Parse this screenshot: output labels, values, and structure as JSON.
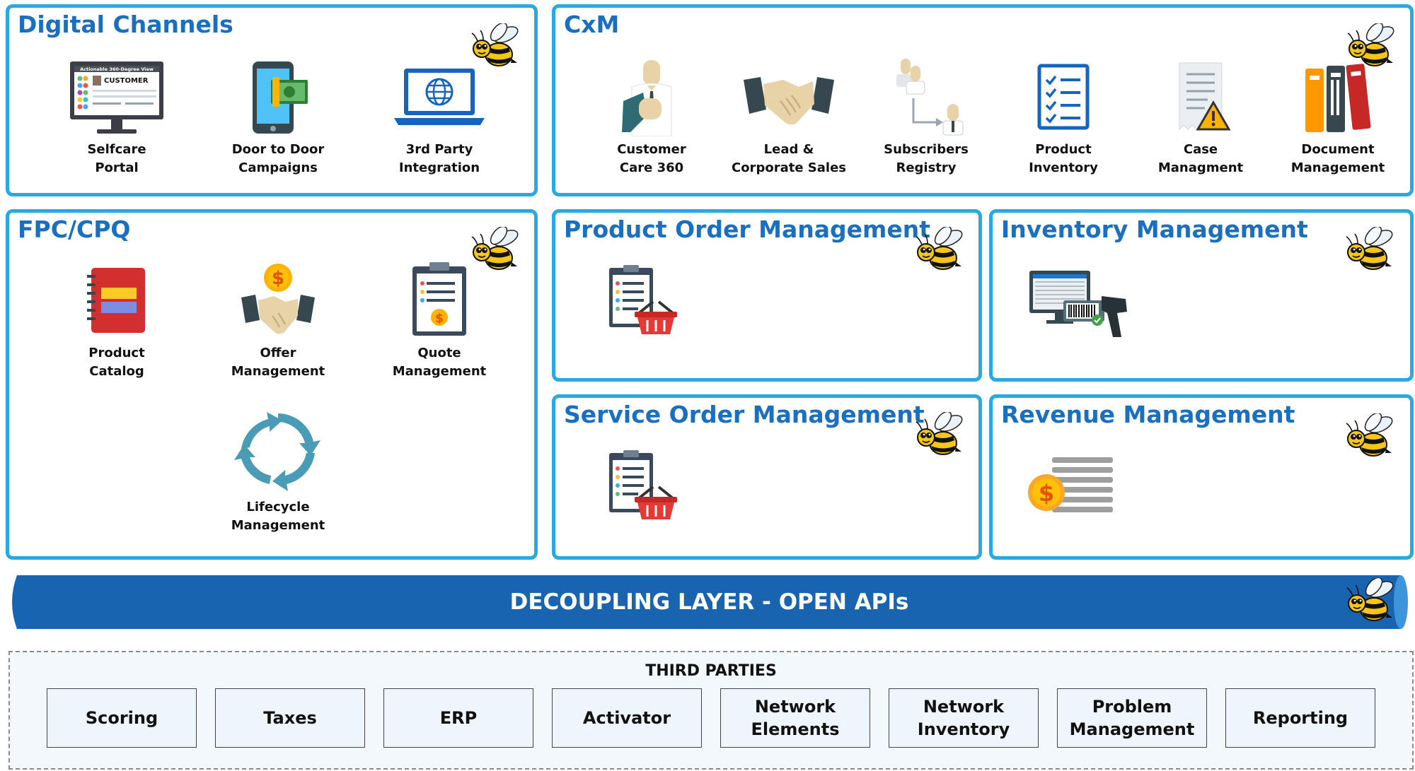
{
  "colors": {
    "border": "#29a9e1",
    "title": "#1b6fc0",
    "band": "#1864b0"
  },
  "digital_channels": {
    "title": "Digital Channels",
    "items": [
      {
        "icon": "monitor-icon",
        "screen_title": "Actionable 360-Degree View",
        "screen_label": "CUSTOMER",
        "line1": "Selfcare",
        "line2": "Portal"
      },
      {
        "icon": "phone-payment-icon",
        "line1": "Door to Door",
        "line2": "Campaigns"
      },
      {
        "icon": "laptop-globe-icon",
        "line1": "3rd Party",
        "line2": "Integration"
      }
    ]
  },
  "cxm": {
    "title": "CxM",
    "items": [
      {
        "icon": "customer-care-icon",
        "line1": "Customer",
        "line2": "Care 360"
      },
      {
        "icon": "handshake-icon",
        "line1": "Lead &",
        "line2": "Corporate Sales"
      },
      {
        "icon": "subscribers-icon",
        "line1": "Subscribers",
        "line2": "Registry"
      },
      {
        "icon": "checklist-icon",
        "line1": "Product",
        "line2": "Inventory"
      },
      {
        "icon": "receipt-warning-icon",
        "line1": "Case",
        "line2": "Managment"
      },
      {
        "icon": "binders-icon",
        "line1": "Document",
        "line2": "Management"
      }
    ]
  },
  "fpc_cpq": {
    "title": "FPC/CPQ",
    "items": [
      {
        "icon": "catalog-book-icon",
        "line1": "Product",
        "line2": "Catalog"
      },
      {
        "icon": "offer-handshake-icon",
        "line1": "Offer",
        "line2": "Management"
      },
      {
        "icon": "quote-clipboard-icon",
        "line1": "Quote",
        "line2": "Management"
      },
      {
        "icon": "lifecycle-arrows-icon",
        "line1": "Lifecycle",
        "line2": "Management"
      }
    ]
  },
  "product_order": {
    "title": "Product Order Management",
    "icon": "order-basket-icon"
  },
  "inventory_mgmt": {
    "title": "Inventory Management",
    "icon": "barcode-scanner-icon"
  },
  "service_order": {
    "title": "Service Order Management",
    "icon": "order-basket-icon"
  },
  "revenue_mgmt": {
    "title": "Revenue Management",
    "icon": "revenue-coin-icon"
  },
  "decoupling": {
    "label": "DECOUPLING LAYER - OPEN APIs"
  },
  "third_parties": {
    "title": "THIRD PARTIES",
    "items": [
      {
        "line1": "Scoring",
        "line2": ""
      },
      {
        "line1": "Taxes",
        "line2": ""
      },
      {
        "line1": "ERP",
        "line2": ""
      },
      {
        "line1": "Activator",
        "line2": ""
      },
      {
        "line1": "Network",
        "line2": "Elements"
      },
      {
        "line1": "Network",
        "line2": "Inventory"
      },
      {
        "line1": "Problem",
        "line2": "Management"
      },
      {
        "line1": "Reporting",
        "line2": ""
      }
    ]
  }
}
